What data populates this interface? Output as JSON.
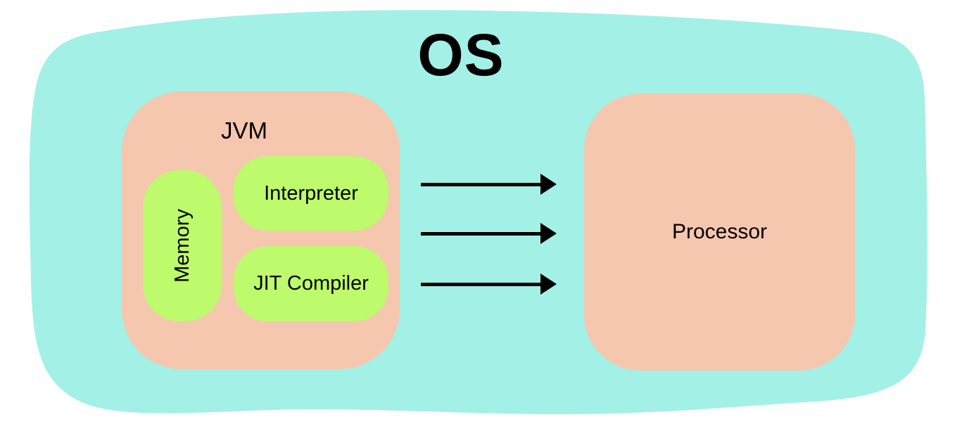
{
  "diagram": {
    "title": "OS",
    "jvm": {
      "label": "JVM",
      "memory": "Memory",
      "interpreter": "Interpreter",
      "jit_compiler": "JIT Compiler"
    },
    "processor": {
      "label": "Processor"
    },
    "arrows": {
      "count": 3,
      "direction": "right",
      "from": "JVM",
      "to": "Processor"
    },
    "colors": {
      "os_bg": "#A3F0E6",
      "box_bg": "#F5C7AE",
      "component_bg": "#BDFA6C",
      "text_color": "#000000",
      "arrow_color": "#000000",
      "page_bg": "#FFFFFF"
    }
  }
}
